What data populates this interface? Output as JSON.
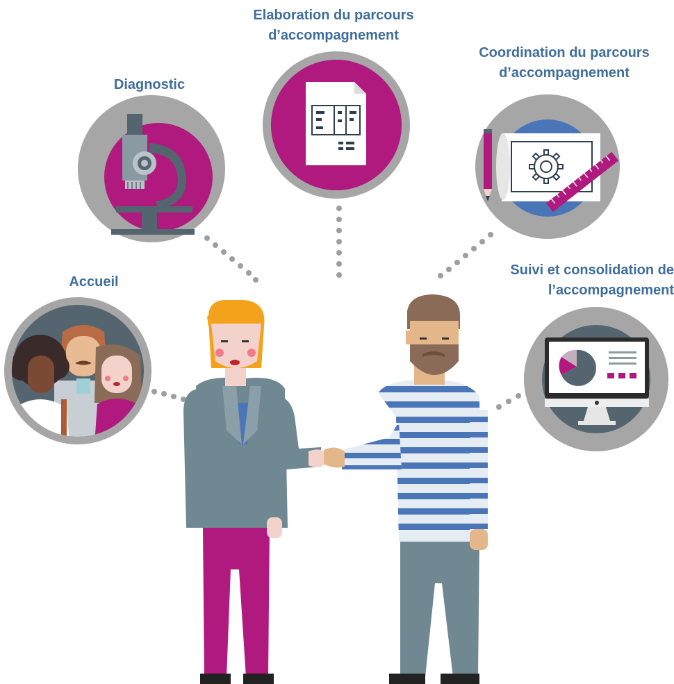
{
  "colors": {
    "label": "#3f6e9c",
    "circle_ring": "#a6a6a6",
    "magenta": "#b0197e",
    "blue": "#4a76b8",
    "slate": "#55656f",
    "jacket": "#6f8892",
    "hair_orange": "#f4a21b",
    "beard": "#8a6b57",
    "skin": "#f4d2cc"
  },
  "steps": {
    "elaboration": {
      "line1": "Elaboration du parcours",
      "line2": "d’accompagnement",
      "icon": "document-icon"
    },
    "coordination": {
      "line1": "Coordination du parcours",
      "line2": "d’accompagnement",
      "icon": "blueprint-gear-icon"
    },
    "diagnostic": {
      "line1": "Diagnostic",
      "icon": "microscope-icon"
    },
    "accueil": {
      "line1": "Accueil",
      "icon": "people-group-icon"
    },
    "suivi": {
      "line1": "Suivi et consolidation de",
      "line2": "l’accompagnement",
      "icon": "monitor-chart-icon"
    }
  },
  "figures": {
    "left": "woman-figure",
    "right": "bearded-man-figure",
    "center": "handshake"
  }
}
